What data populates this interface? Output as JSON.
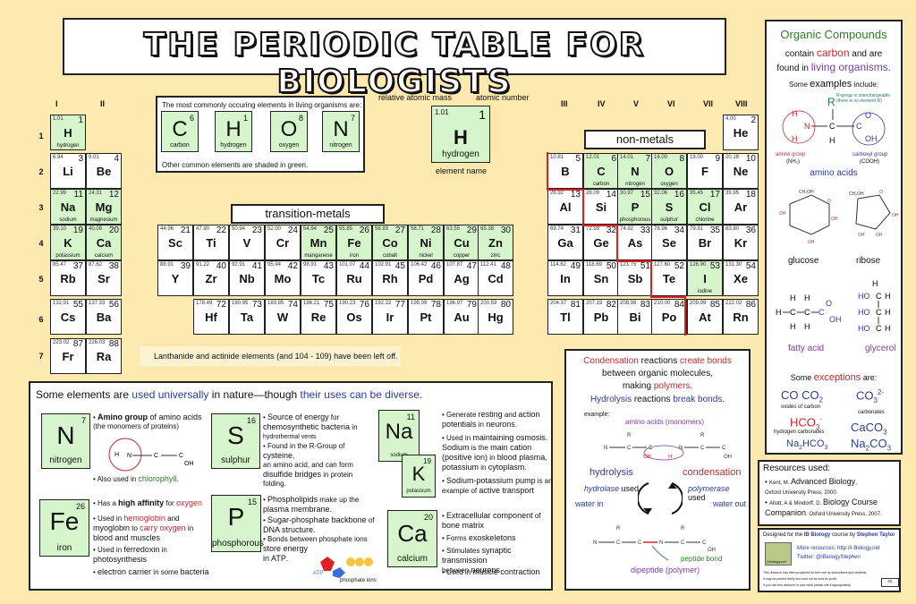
{
  "title": "THE PERIODIC TABLE FOR BIOLOGISTS",
  "groups_left": [
    "I",
    "II"
  ],
  "groups_right": [
    "III",
    "IV",
    "V",
    "VI",
    "VII",
    "VIII"
  ],
  "periods": [
    "1",
    "2",
    "3",
    "4",
    "5",
    "6",
    "7"
  ],
  "elements": [
    {
      "s": "H",
      "n": "1",
      "m": "1.01",
      "name": "hydrogen",
      "shaded": true
    },
    {
      "s": "He",
      "n": "2",
      "m": "4.00",
      "name": "",
      "shaded": false
    },
    {
      "s": "Li",
      "n": "3",
      "m": "6.94",
      "name": "",
      "shaded": false
    },
    {
      "s": "Be",
      "n": "4",
      "m": "9.01",
      "name": "",
      "shaded": false
    },
    {
      "s": "B",
      "n": "5",
      "m": "10.81",
      "name": "",
      "shaded": false
    },
    {
      "s": "C",
      "n": "6",
      "m": "12.01",
      "name": "carbon",
      "shaded": true
    },
    {
      "s": "N",
      "n": "7",
      "m": "14.01",
      "name": "nitrogen",
      "shaded": true
    },
    {
      "s": "O",
      "n": "8",
      "m": "16.00",
      "name": "oxygen",
      "shaded": true
    },
    {
      "s": "F",
      "n": "9",
      "m": "19.00",
      "name": "",
      "shaded": false
    },
    {
      "s": "Ne",
      "n": "10",
      "m": "20.18",
      "name": "",
      "shaded": false
    },
    {
      "s": "Na",
      "n": "11",
      "m": "22.99",
      "name": "sodium",
      "shaded": true
    },
    {
      "s": "Mg",
      "n": "12",
      "m": "24.31",
      "name": "magnesium",
      "shaded": true
    },
    {
      "s": "Al",
      "n": "13",
      "m": "26.92",
      "name": "",
      "shaded": false
    },
    {
      "s": "Si",
      "n": "14",
      "m": "28.09",
      "name": "",
      "shaded": false
    },
    {
      "s": "P",
      "n": "15",
      "m": "30.97",
      "name": "phosphorous",
      "shaded": true
    },
    {
      "s": "S",
      "n": "16",
      "m": "32.06",
      "name": "sulphur",
      "shaded": true
    },
    {
      "s": "Cl",
      "n": "17",
      "m": "35.45",
      "name": "chlorine",
      "shaded": true
    },
    {
      "s": "Ar",
      "n": "18",
      "m": "39.95",
      "name": "",
      "shaded": false
    },
    {
      "s": "K",
      "n": "19",
      "m": "39.10",
      "name": "potassium",
      "shaded": true
    },
    {
      "s": "Ca",
      "n": "20",
      "m": "40.08",
      "name": "calcium",
      "shaded": true
    },
    {
      "s": "Sc",
      "n": "21",
      "m": "44.96",
      "name": "",
      "shaded": false
    },
    {
      "s": "Ti",
      "n": "22",
      "m": "47.90",
      "name": "",
      "shaded": false
    },
    {
      "s": "V",
      "n": "23",
      "m": "50.94",
      "name": "",
      "shaded": false
    },
    {
      "s": "Cr",
      "n": "24",
      "m": "52.00",
      "name": "",
      "shaded": false
    },
    {
      "s": "Mn",
      "n": "25",
      "m": "54.94",
      "name": "manganese",
      "shaded": true
    },
    {
      "s": "Fe",
      "n": "26",
      "m": "55.85",
      "name": "iron",
      "shaded": true
    },
    {
      "s": "Co",
      "n": "27",
      "m": "58.93",
      "name": "cobalt",
      "shaded": true
    },
    {
      "s": "Ni",
      "n": "28",
      "m": "58.71",
      "name": "nickel",
      "shaded": true
    },
    {
      "s": "Cu",
      "n": "29",
      "m": "63.55",
      "name": "copper",
      "shaded": true
    },
    {
      "s": "Zn",
      "n": "30",
      "m": "65.38",
      "name": "zinc",
      "shaded": true
    },
    {
      "s": "Ga",
      "n": "31",
      "m": "69.74",
      "name": "",
      "shaded": false
    },
    {
      "s": "Ge",
      "n": "32",
      "m": "72.59",
      "name": "",
      "shaded": false
    },
    {
      "s": "As",
      "n": "33",
      "m": "74.92",
      "name": "",
      "shaded": false
    },
    {
      "s": "Se",
      "n": "34",
      "m": "78.96",
      "name": "",
      "shaded": false
    },
    {
      "s": "Br",
      "n": "35",
      "m": "79.91",
      "name": "",
      "shaded": false
    },
    {
      "s": "Kr",
      "n": "36",
      "m": "83.80",
      "name": "",
      "shaded": false
    },
    {
      "s": "Rb",
      "n": "37",
      "m": "85.47",
      "name": "",
      "shaded": false
    },
    {
      "s": "Sr",
      "n": "38",
      "m": "87.62",
      "name": "",
      "shaded": false
    },
    {
      "s": "Y",
      "n": "39",
      "m": "88.91",
      "name": "",
      "shaded": false
    },
    {
      "s": "Zr",
      "n": "40",
      "m": "91.22",
      "name": "",
      "shaded": false
    },
    {
      "s": "Nb",
      "n": "41",
      "m": "92.91",
      "name": "",
      "shaded": false
    },
    {
      "s": "Mo",
      "n": "42",
      "m": "95.94",
      "name": "",
      "shaded": false
    },
    {
      "s": "Tc",
      "n": "43",
      "m": "98.91",
      "name": "",
      "shaded": false
    },
    {
      "s": "Ru",
      "n": "44",
      "m": "101.07",
      "name": "",
      "shaded": false
    },
    {
      "s": "Rh",
      "n": "45",
      "m": "102.91",
      "name": "",
      "shaded": false
    },
    {
      "s": "Pd",
      "n": "46",
      "m": "106.42",
      "name": "",
      "shaded": false
    },
    {
      "s": "Ag",
      "n": "47",
      "m": "107.87",
      "name": "",
      "shaded": false
    },
    {
      "s": "Cd",
      "n": "48",
      "m": "112.41",
      "name": "",
      "shaded": false
    },
    {
      "s": "In",
      "n": "49",
      "m": "114.82",
      "name": "",
      "shaded": false
    },
    {
      "s": "Sn",
      "n": "50",
      "m": "118.69",
      "name": "",
      "shaded": false
    },
    {
      "s": "Sb",
      "n": "51",
      "m": "121.75",
      "name": "",
      "shaded": false
    },
    {
      "s": "Te",
      "n": "52",
      "m": "127.60",
      "name": "",
      "shaded": false
    },
    {
      "s": "I",
      "n": "53",
      "m": "126.90",
      "name": "iodine",
      "shaded": true
    },
    {
      "s": "Xe",
      "n": "54",
      "m": "131.30",
      "name": "",
      "shaded": false
    },
    {
      "s": "Cs",
      "n": "55",
      "m": "132.91",
      "name": "",
      "shaded": false
    },
    {
      "s": "Ba",
      "n": "56",
      "m": "137.33",
      "name": "",
      "shaded": false
    },
    {
      "s": "Hf",
      "n": "72",
      "m": "178.49",
      "name": "",
      "shaded": false
    },
    {
      "s": "Ta",
      "n": "73",
      "m": "180.95",
      "name": "",
      "shaded": false
    },
    {
      "s": "W",
      "n": "74",
      "m": "183.85",
      "name": "",
      "shaded": false
    },
    {
      "s": "Re",
      "n": "75",
      "m": "186.21",
      "name": "",
      "shaded": false
    },
    {
      "s": "Os",
      "n": "76",
      "m": "190.23",
      "name": "",
      "shaded": false
    },
    {
      "s": "Ir",
      "n": "77",
      "m": "192.22",
      "name": "",
      "shaded": false
    },
    {
      "s": "Pt",
      "n": "78",
      "m": "195.09",
      "name": "",
      "shaded": false
    },
    {
      "s": "Au",
      "n": "79",
      "m": "196.97",
      "name": "",
      "shaded": false
    },
    {
      "s": "Hg",
      "n": "80",
      "m": "200.59",
      "name": "",
      "shaded": false
    },
    {
      "s": "Tl",
      "n": "81",
      "m": "204.37",
      "name": "",
      "shaded": false
    },
    {
      "s": "Pb",
      "n": "82",
      "m": "207.19",
      "name": "",
      "shaded": false
    },
    {
      "s": "Bi",
      "n": "83",
      "m": "208.98",
      "name": "",
      "shaded": false
    },
    {
      "s": "Po",
      "n": "84",
      "m": "210.00",
      "name": "",
      "shaded": false
    },
    {
      "s": "At",
      "n": "85",
      "m": "209.99",
      "name": "",
      "shaded": false
    },
    {
      "s": "Rn",
      "n": "86",
      "m": "222.02",
      "name": "",
      "shaded": false
    },
    {
      "s": "Fr",
      "n": "87",
      "m": "223.02",
      "name": "",
      "shaded": false
    },
    {
      "s": "Ra",
      "n": "88",
      "m": "226.03",
      "name": "",
      "shaded": false
    }
  ],
  "common": {
    "title": "The most commonly occuring elements in living organisms are:",
    "items": [
      {
        "s": "C",
        "n": "6",
        "name": "carbon"
      },
      {
        "s": "H",
        "n": "1",
        "name": "hydrogen"
      },
      {
        "s": "O",
        "n": "8",
        "name": "oxygen"
      },
      {
        "s": "N",
        "n": "7",
        "name": "nitrogen"
      }
    ],
    "footer": "Other common elements are shaded in green."
  },
  "key": {
    "mass_label": "relative atomic mass",
    "number_label": "atomic number",
    "mass": "1.01",
    "number": "1",
    "symbol": "H",
    "name": "hydrogen",
    "element_name_label": "element name"
  },
  "tags": {
    "transition": "transition-metals",
    "nonmetals": "non-metals"
  },
  "lanthanide_note": "Lanthanide and actinide elements (and 104 - 109) have been left off.",
  "universal": {
    "heading_start": "Some elements are ",
    "heading_bold": "used universally",
    "heading_mid": " in nature—though ",
    "heading_bold2": "their uses can be diverse",
    "heading_end": ".",
    "cards": [
      {
        "s": "N",
        "n": "7",
        "name": "nitrogen"
      },
      {
        "s": "Fe",
        "n": "26",
        "name": "iron"
      },
      {
        "s": "S",
        "n": "16",
        "name": "sulphur"
      },
      {
        "s": "P",
        "n": "15",
        "name": "phosphorous"
      },
      {
        "s": "Na",
        "n": "11",
        "name": "sodium"
      },
      {
        "s": "K",
        "n": "19",
        "name": "potassium"
      },
      {
        "s": "Ca",
        "n": "20",
        "name": "calcium"
      }
    ],
    "n_b1a": "Amino group",
    "n_b1b": " of amino acids",
    "n_b1c": "(the monomers of proteins)",
    "n_b2a": "Also used in ",
    "n_b2b": "chlorophyll",
    "n_b2c": ".",
    "fe_b1a": "Has a ",
    "fe_b1b": "high affinity",
    "fe_b1c": " for ",
    "fe_b1d": "oxygen",
    "fe_b2a": "Used in ",
    "fe_b2b": "hemoglobin",
    "fe_b2c": " and",
    "fe_b2d": "myoglobin",
    "fe_b2e": " to ",
    "fe_b2f": "carry oxygen",
    "fe_b2g": " in",
    "fe_b2h": "blood and muscles",
    "fe_b3a": "Used in ",
    "fe_b3b": "ferredoxin",
    "fe_b3c": " in",
    "fe_b3d": "photosynthesis",
    "fe_b4a": "electron carrier",
    "fe_b4b": " in some ",
    "fe_b4c": "bacteria",
    "s_b1a": "Source of energy",
    "s_b1b": " for",
    "s_b1c": "chemosynthetic bacteria",
    "s_b1d": " in",
    "s_b1e": "hydrothermal vents",
    "s_b2a": "Found in the R-Group of ",
    "s_b2b": "cysteine",
    "s_b2c": ",",
    "s_b2d": "an amino acid",
    "s_b2e": ", and can form",
    "s_b2f": "disulfide bridges",
    "s_b2g": " in protein",
    "s_b2h": "folding.",
    "p_b1a": "Phospholipids",
    "p_b1b": " make up the",
    "p_b1c": "plasma membrane.",
    "p_b2a": "Sugar-phosphate backbone",
    "p_b2b": " of",
    "p_b2c": "DNA structure.",
    "p_b3a": "Bonds between phosphate ions",
    "p_b3b": "store energy",
    "p_b3c": "in ",
    "p_b3d": "ATP",
    "p_b3e": ".",
    "atp_label": "ATP",
    "phosphate_label": "phosphate ions",
    "na_b1a": "Generate ",
    "na_b1b": "resting",
    "na_b1c": " and ",
    "na_b1d": "action",
    "na_b1e": "potentials",
    "na_b1f": " in ",
    "na_b1g": "neurons",
    "na_b1h": ".",
    "na_b2a": "Used in ",
    "na_b2b": "maintaining osmosis",
    "na_b2c": ".",
    "na_b2d": "Sodium",
    "na_b2e": " is the ",
    "na_b2f": "main cation",
    "na_b2g": "(positive ion)",
    "na_b2h": " in ",
    "na_b2i": "blood plasma",
    "na_b2j": ",",
    "na_b2k": "potassium",
    "na_b2l": " in ",
    "na_b2m": "cytoplasm",
    "na_b2n": ".",
    "na_b3a": "Sodium-potassium pump",
    "na_b3b": " is an",
    "na_b3c": "example of ",
    "na_b3d": "active transport",
    "ca_b1a": "Extracellular component",
    "ca_b1b": " of",
    "ca_b1c": "bone matrix",
    "ca_b2a": "Forms ",
    "ca_b2b": "exoskeletons",
    "ca_b3a": "Stimulates ",
    "ca_b3b": "synaptic transmission",
    "ca_b3c": "between ",
    "ca_b3d": "neurons",
    "ca_b4a": "Used in ",
    "ca_b4b": "muscle contraction"
  },
  "condensation": {
    "l1a": "Condensation",
    "l1b": " reactions ",
    "l1c": "create bonds",
    "l2": "between organic molecules,",
    "l3a": "making ",
    "l3b": "polymers",
    "l3c": ".",
    "l4a": "Hydrolysis",
    "l4b": " reactions ",
    "l4c": "break bonds",
    "l4d": ".",
    "example": "example:",
    "monomers": "amino acids (monomers)",
    "hydrolysis": "hydrolysis",
    "condensation": "condensation",
    "hydrolase_a": "hydrolase",
    "hydrolase_b": " used",
    "polymerase_a": "polymerase",
    "polymerase_b": " used",
    "water_in": "water in",
    "water_out": "water out",
    "peptide_bond": "peptide bond",
    "dipeptide": "dipeptide (polymer)"
  },
  "organic": {
    "title": "Organic Compounds",
    "l1a": "contain ",
    "l1b": "carbon",
    "l1c": " and are",
    "l2a": "found in ",
    "l2b": "living organisms",
    "l2c": ".",
    "examples_a": "Some ",
    "examples_b": "examples",
    "examples_c": " include:",
    "rgroup": "R-group is interchangeable (there is no element R)",
    "amino_group": "amino group",
    "nh2": "(NH₂)",
    "carboxyl_group": "carboxyl group",
    "cooh": "(COOH)",
    "amino_acids": "amino acids",
    "glucose": "glucose",
    "ribose": "ribose",
    "fatty_acid": "fatty acid",
    "glycerol": "glycerol",
    "exceptions_a": "Some ",
    "exceptions_b": "exceptions",
    "exceptions_c": " are:",
    "oxides": "oxides of carbon",
    "carbonates": "carbonates",
    "hco3_label": "hydrogen carbonates"
  },
  "resources": {
    "title": "Resources used:",
    "r1a": "Kent, M. ",
    "r1b": "Advanced Biology",
    "r1c": ".",
    "r1d": "Oxford University Press, 2000.",
    "r2a": "Allott, A & Mindorff, D. ",
    "r2b": "Biology Course",
    "r2c": "Companion",
    "r2d": ". Oxford University Press, 2007."
  },
  "credits": {
    "designed_a": "Designed for the ",
    "designed_b": "IB Biology",
    "designed_c": " course by ",
    "designed_d": "Stephen Taylor",
    "more": "More resources: http://i-Biology.net",
    "twitter": "Twitter: @IBiologyStephen",
    "logo_text": "i-Biology.net",
    "fine1": "This resource has been produced for free use by subscribers and students.",
    "fine2": "It may be printed freely but must not be sold for profit.",
    "fine3": "If you use this resource in your work please cite it appropriately."
  },
  "colors": {
    "shaded": "#d6f5cc",
    "background": "#fbe9b0",
    "red": "#c0282f",
    "blue": "#2b3b9b",
    "purple": "#7a3e9d",
    "green": "#2f7a2a"
  }
}
